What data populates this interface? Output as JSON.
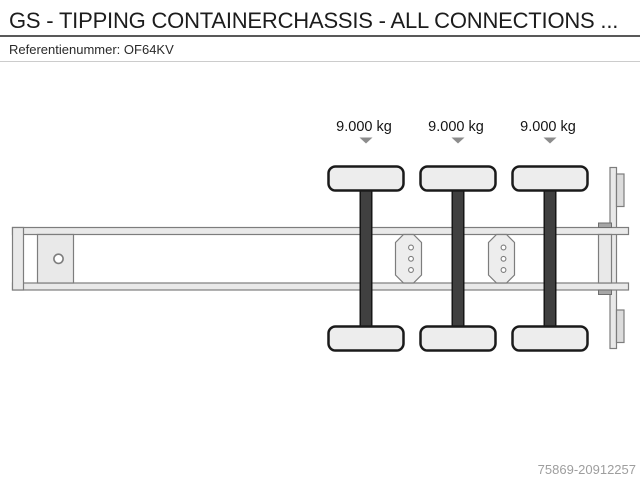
{
  "header": {
    "title": "GS - TIPPING CONTAINERCHASSIS - ALL CONNECTIONS ...",
    "reference_label": "Referentienummer:",
    "reference_value": "OF64KV"
  },
  "diagram": {
    "type": "trailer-chassis-top-view",
    "axle_count": 3,
    "axles": [
      {
        "load_label": "9.000 kg"
      },
      {
        "load_label": "9.000 kg"
      },
      {
        "load_label": "9.000 kg"
      }
    ]
  },
  "footer": {
    "watermark": "75869-20912257"
  },
  "colors": {
    "background": "#ffffff",
    "outline_gray": "#7d7d7d",
    "fill_light_gray": "#e9e9e9",
    "axle_dark": "#404040",
    "tire_outline": "#1a1a1a",
    "arrow_gray": "#8c8c8c",
    "watermark_gray": "#9e9e9e",
    "divider_dark": "#595959",
    "divider_light": "#cccccc"
  }
}
